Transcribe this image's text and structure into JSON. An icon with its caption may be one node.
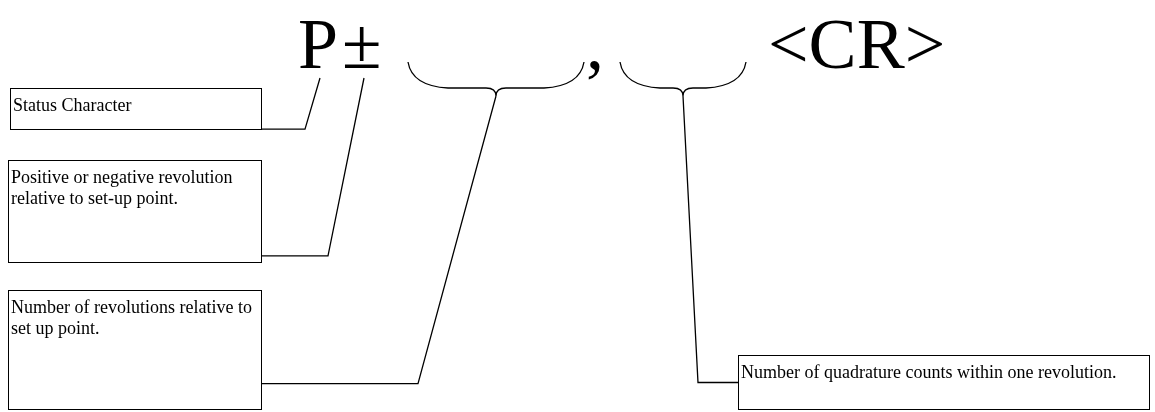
{
  "diagram": {
    "nodes": [
      {
        "text": [
          "P"
        ]
      },
      {
        "text": [
          "±"
        ]
      },
      {
        "text": [],
        "shape": "brace"
      },
      {
        "text": [],
        "shape": "brace"
      },
      {
        "text": [
          "Status Character"
        ]
      },
      {
        "text": [
          "Positive or negative revolution relative to set-up point."
        ]
      },
      {
        "text": [
          "Number of revolutions relative to set up point."
        ]
      },
      {
        "text": [
          "Number of quadrature counts within one revolution."
        ]
      }
    ],
    "edges": [
      {
        "from": 4,
        "to": 0,
        "arrow": "none"
      },
      {
        "from": 5,
        "to": 1,
        "arrow": "none"
      },
      {
        "from": 6,
        "to": 2,
        "arrow": "none"
      },
      {
        "from": 7,
        "to": 3,
        "arrow": "none"
      }
    ],
    "labels": [
      ",",
      "<CR>"
    ]
  }
}
